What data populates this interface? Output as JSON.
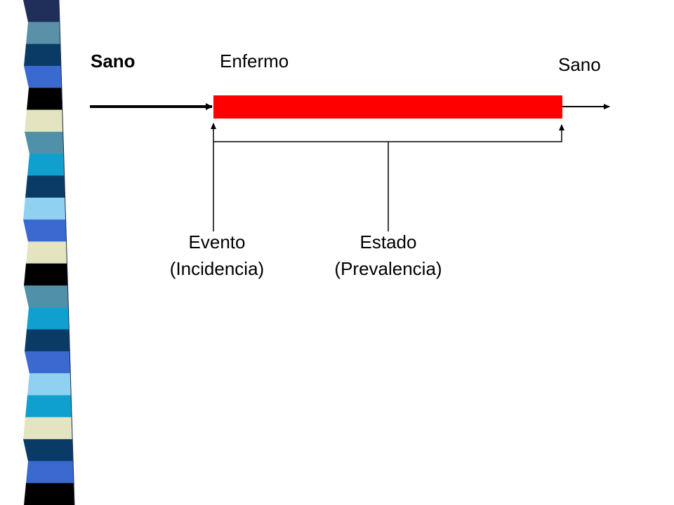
{
  "labels": {
    "start_state": "Sano",
    "sick_state": "Enfermo",
    "end_state": "Sano",
    "event_line1": "Evento",
    "event_line2": "(Incidencia)",
    "state_line1": "Estado",
    "state_line2": "(Prevalencia)"
  },
  "colors": {
    "illness_bar": "#ff0000",
    "lines": "#000000",
    "sidebar_stripes": [
      "#1f2f5a",
      "#5a90a8",
      "#0a3a66",
      "#3a6ad0",
      "#000000",
      "#e4e4c0",
      "#5090a8",
      "#10a0d0",
      "#0a3a66",
      "#90d0f0",
      "#3a6ad0",
      "#e4e4c0",
      "#000000",
      "#5090a8",
      "#10a0d0",
      "#0a3a66",
      "#3a6ad0",
      "#90d0f0",
      "#10a0d0",
      "#e4e4c0",
      "#0a3a66",
      "#3a6ad0",
      "#000000"
    ]
  }
}
